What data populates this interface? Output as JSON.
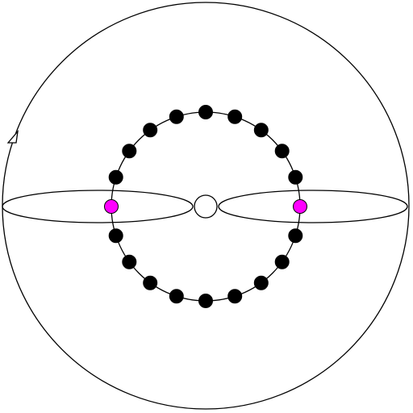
{
  "diagram": {
    "background": "#ffffff",
    "line_color": "#000000",
    "node_color": "#000000",
    "highlight_color": "#ff00ff",
    "center_node_fill": "#ffffff",
    "outer_circle": {
      "shape": "circle",
      "arrow": "open-triangle"
    },
    "lenses": [
      {
        "name": "left-lens"
      },
      {
        "name": "right-lens"
      }
    ],
    "ring": {
      "node_count": 20,
      "highlighted_nodes": [
        0,
        10
      ]
    }
  }
}
